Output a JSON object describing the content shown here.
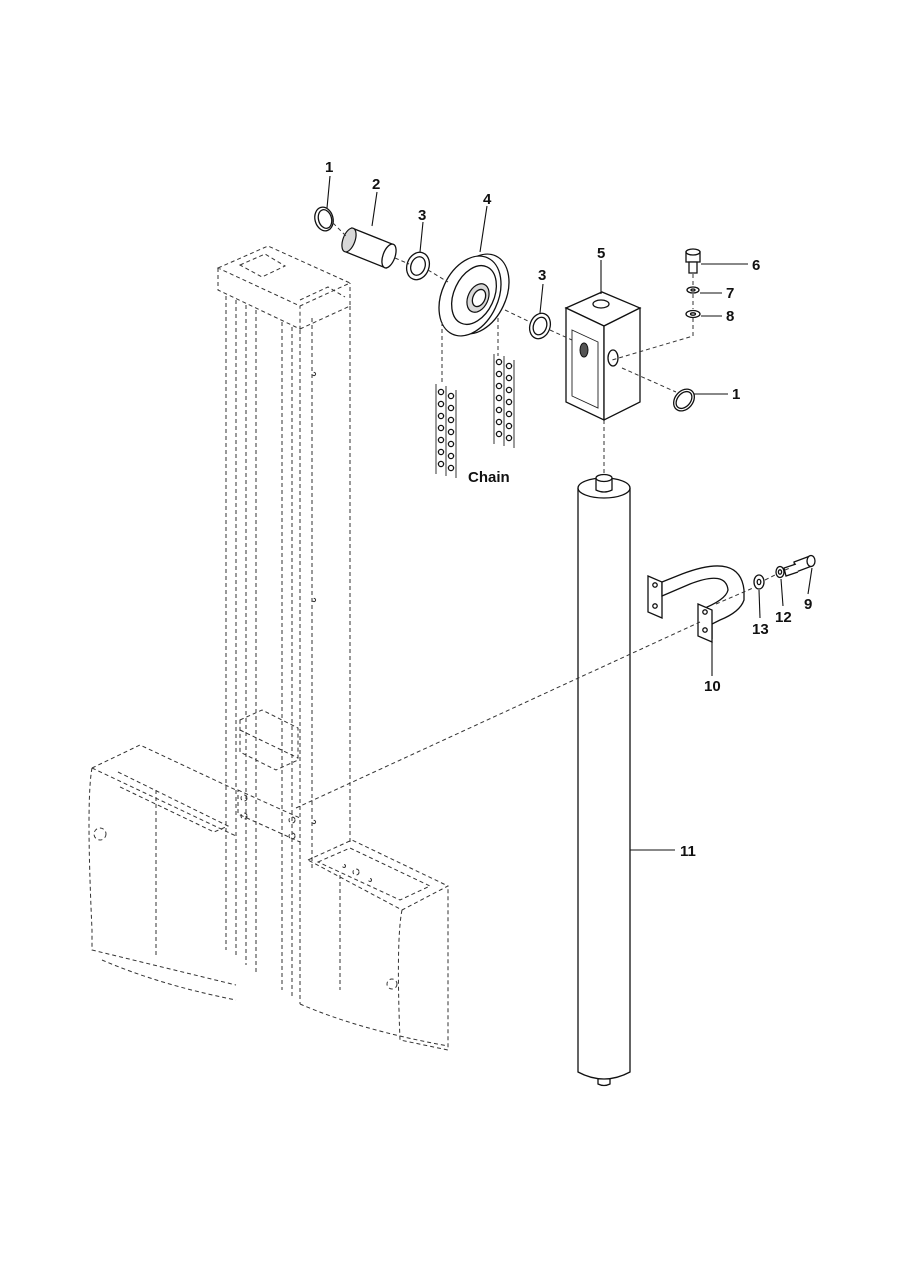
{
  "callouts": {
    "c1_top": "1",
    "c2": "2",
    "c3_left": "3",
    "c4": "4",
    "c3_right": "3",
    "c5": "5",
    "c6": "6",
    "c7": "7",
    "c8": "8",
    "c1_right": "1",
    "c9": "9",
    "c10": "10",
    "c11": "11",
    "c12": "12",
    "c13": "13",
    "chain": "Chain"
  }
}
